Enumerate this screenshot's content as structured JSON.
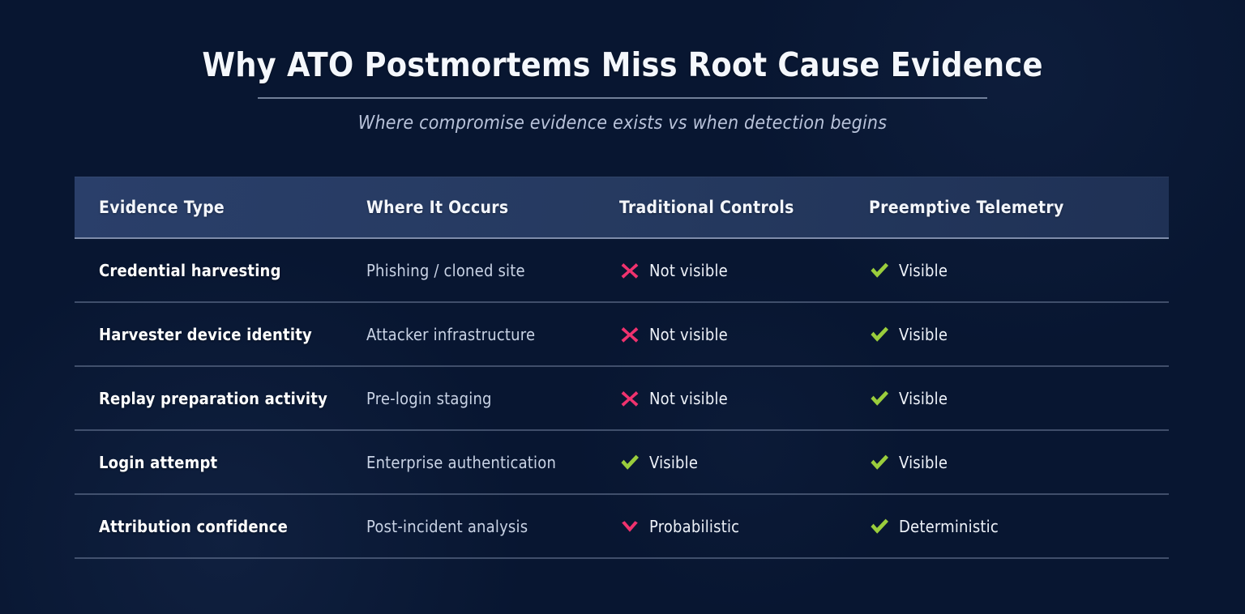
{
  "header": {
    "title": "Why ATO Postmortems Miss Root Cause Evidence",
    "subtitle": "Where compromise evidence exists vs when detection begins"
  },
  "colors": {
    "background": "#081631",
    "header_band": "#25395F",
    "negative": "#F0326E",
    "positive": "#9ACD3C",
    "title_text": "#F4F7FC",
    "subtitle_text": "#B9C3DA",
    "secondary_text": "#C9D3E5",
    "divider": "#7E8CAA"
  },
  "table": {
    "columns": [
      "Evidence Type",
      "Where It Occurs",
      "Traditional Controls",
      "Preemptive Telemetry"
    ],
    "rows": [
      {
        "evidence_type": "Credential harvesting",
        "where_it_occurs": "Phishing / cloned site",
        "traditional_controls": {
          "icon": "cross-icon",
          "label": "Not visible"
        },
        "preemptive_telemetry": {
          "icon": "check-icon",
          "label": "Visible"
        }
      },
      {
        "evidence_type": "Harvester device identity",
        "where_it_occurs": "Attacker infrastructure",
        "traditional_controls": {
          "icon": "cross-icon",
          "label": "Not visible"
        },
        "preemptive_telemetry": {
          "icon": "check-icon",
          "label": "Visible"
        }
      },
      {
        "evidence_type": "Replay preparation activity",
        "where_it_occurs": "Pre-login staging",
        "traditional_controls": {
          "icon": "cross-icon",
          "label": "Not visible"
        },
        "preemptive_telemetry": {
          "icon": "check-icon",
          "label": "Visible"
        }
      },
      {
        "evidence_type": "Login attempt",
        "where_it_occurs": "Enterprise authentication",
        "traditional_controls": {
          "icon": "check-icon",
          "label": "Visible"
        },
        "preemptive_telemetry": {
          "icon": "check-icon",
          "label": "Visible"
        }
      },
      {
        "evidence_type": "Attribution confidence",
        "where_it_occurs": "Post-incident analysis",
        "traditional_controls": {
          "icon": "chevron-down-icon",
          "label": "Probabilistic"
        },
        "preemptive_telemetry": {
          "icon": "check-icon",
          "label": "Deterministic"
        }
      }
    ]
  }
}
